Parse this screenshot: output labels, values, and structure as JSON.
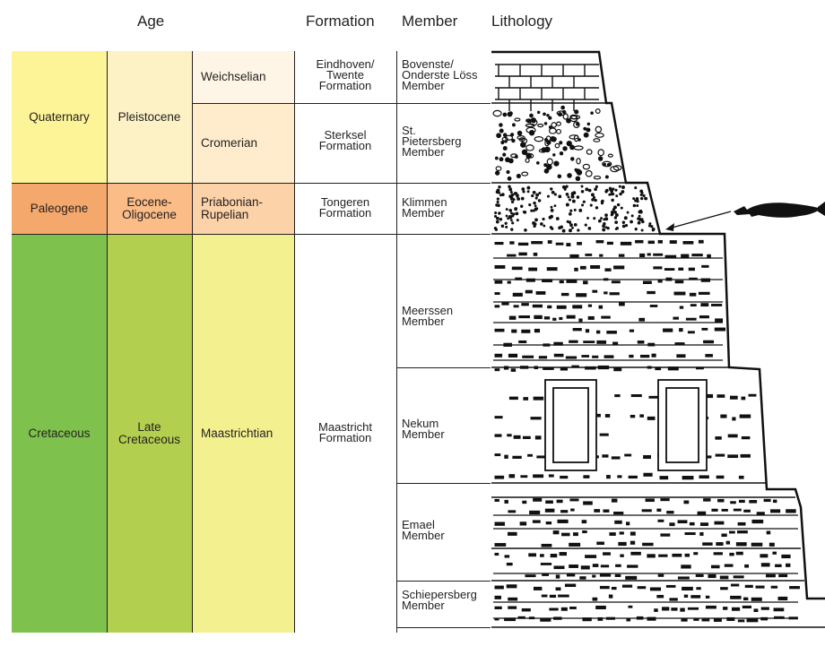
{
  "headers": {
    "age": "Age",
    "formation": "Formation",
    "member": "Member",
    "lithology": "Lithology"
  },
  "colors": {
    "quaternary": "#fdf497",
    "pleistocene": "#fdf2c5",
    "weichselian": "#fef5e6",
    "cromerian": "#feeccc",
    "paleogene": "#f5a86b",
    "eocene_oligocene": "#fbbc88",
    "priabonian_rupelian": "#fcd2a8",
    "cretaceous": "#7fc14d",
    "late_cretaceous": "#b3cf4f",
    "maastrichtian": "#f2f08f"
  },
  "periods": {
    "quaternary": "Quaternary",
    "paleogene": "Paleogene",
    "cretaceous": "Cretaceous"
  },
  "epochs": {
    "pleistocene": "Pleistocene",
    "eocene_oligocene": [
      "Eocene-",
      "Oligocene"
    ],
    "late_cretaceous": [
      "Late",
      "Cretaceous"
    ]
  },
  "stages": {
    "weichselian": "Weichselian",
    "cromerian": "Cromerian",
    "priabonian_rupelian": [
      "Priabonian-",
      "Rupelian"
    ],
    "maastrichtian": "Maastrichtian"
  },
  "formations": {
    "eindhoven": [
      "Eindhoven/",
      "Twente",
      "Formation"
    ],
    "sterksel": [
      "Sterksel",
      "Formation"
    ],
    "tongeren": [
      "Tongeren",
      "Formation"
    ],
    "maastricht": [
      "Maastricht",
      "Formation"
    ]
  },
  "members": {
    "bovenste": [
      "Bovenste/",
      "Onderste Löss",
      "Member"
    ],
    "st_pietersberg": [
      "St.",
      "Pietersberg",
      "Member"
    ],
    "klimmen": [
      "Klimmen",
      "Member"
    ],
    "meerssen": [
      "Meerssen",
      "Member"
    ],
    "nekum": [
      "Nekum",
      "Member"
    ],
    "emael": [
      "Emael",
      "Member"
    ],
    "schiepersberg": [
      "Schiepersberg",
      "Member"
    ]
  },
  "icons": {
    "fossil": "fish-silhouette-icon",
    "arrow": "arrow-icon"
  }
}
